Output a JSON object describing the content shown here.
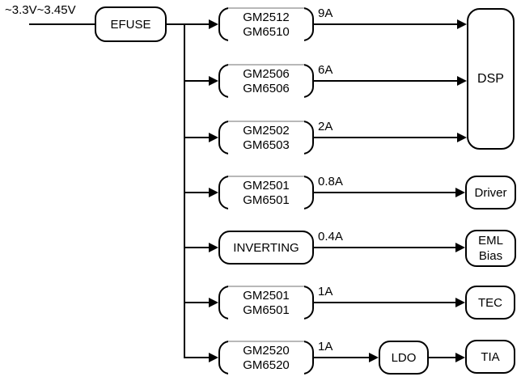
{
  "diagram": {
    "input_label": "~3.3V~3.45V",
    "efuse_label": "EFUSE",
    "rows": [
      {
        "line1": "GM2512",
        "line2": "GM6510",
        "current": "9A"
      },
      {
        "line1": "GM2506",
        "line2": "GM6506",
        "current": "6A"
      },
      {
        "line1": "GM2502",
        "line2": "GM6503",
        "current": "2A"
      },
      {
        "line1": "GM2501",
        "line2": "GM6501",
        "current": "0.8A"
      },
      {
        "line1": "INVERTING",
        "current": "0.4A"
      },
      {
        "line1": "GM2501",
        "line2": "GM6501",
        "current": "1A"
      },
      {
        "line1": "GM2520",
        "line2": "GM6520",
        "current": "1A"
      }
    ],
    "destinations": {
      "dsp": "DSP",
      "driver": "Driver",
      "eml_line1": "EML",
      "eml_line2": "Bias",
      "tec": "TEC",
      "ldo": "LDO",
      "tia": "TIA"
    },
    "colors": {
      "line": "#000000",
      "block_border": "#000000",
      "block_fill": "#ffffff",
      "textbox_border": "#b8b8b8"
    }
  }
}
